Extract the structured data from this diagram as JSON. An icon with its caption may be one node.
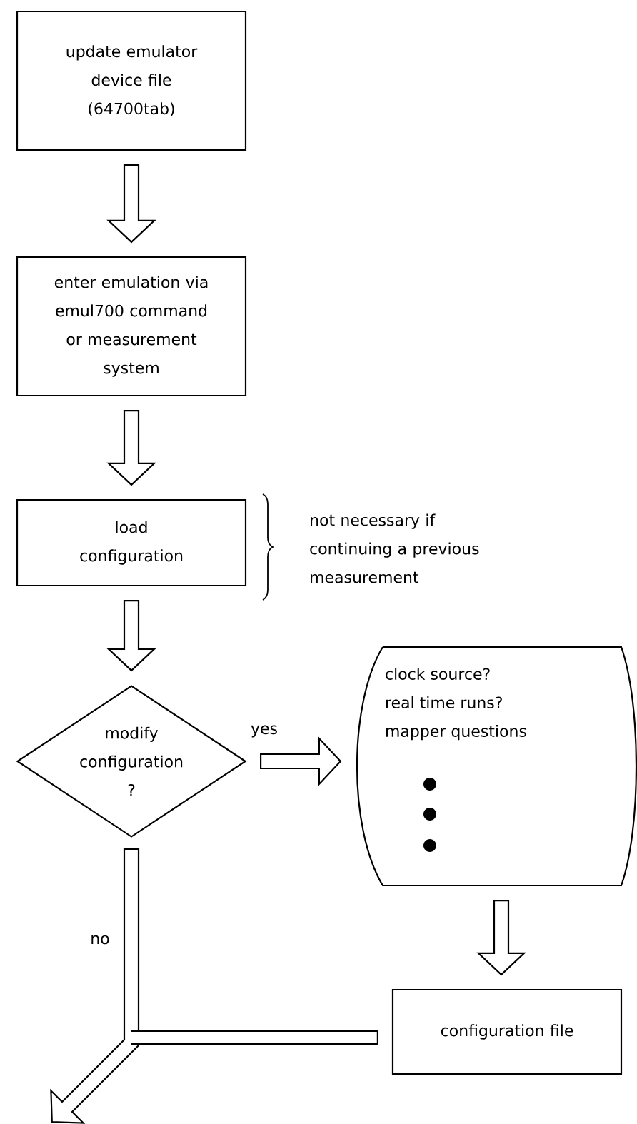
{
  "diagram": {
    "nodes": [
      {
        "text": [
          "update emulator device file (64700tab)"
        ]
      },
      {
        "text": [
          "enter emulation via emul700 command or measurement system"
        ]
      },
      {
        "text": [
          "load configuration"
        ]
      },
      {
        "text": [
          "modify configuration ?"
        ]
      },
      {
        "text": [
          "clock source?",
          "real time runs?",
          "mapper questions"
        ]
      },
      {
        "text": [
          "configuration file"
        ]
      }
    ],
    "edges": [
      {
        "from": 0,
        "to": 1,
        "arrow": "to"
      },
      {
        "from": 1,
        "to": 2,
        "arrow": "to"
      },
      {
        "from": 2,
        "to": 3,
        "arrow": "to"
      },
      {
        "from": 3,
        "to": 4,
        "arrow": "to",
        "label": "yes"
      },
      {
        "from": 4,
        "to": 5,
        "arrow": "to"
      },
      {
        "from": 3,
        "to": null,
        "arrow": "to",
        "label": "no"
      },
      {
        "from": 5,
        "to": null,
        "arrow": "none"
      }
    ],
    "labels": [
      "not necessary if continuing a previous measurement"
    ]
  }
}
